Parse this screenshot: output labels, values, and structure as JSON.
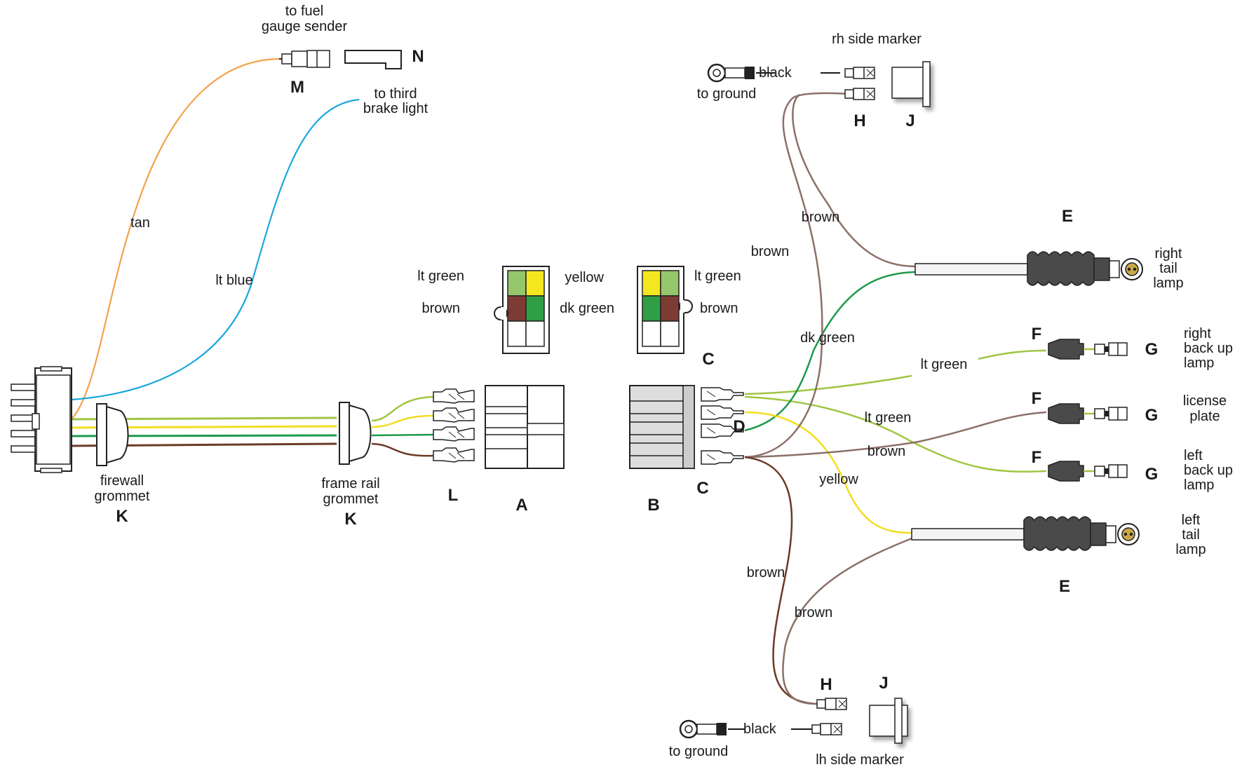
{
  "colors": {
    "tan": "#f4a24a",
    "lt_blue": "#1aa7dc",
    "lt_green": "#9fc643",
    "yellow": "#f2de1f",
    "dk_green": "#1e9a4a",
    "brown": "#6b3a24",
    "brown_light": "#8b7068",
    "black": "#1a1a1a",
    "cell_lt_green": "#95c66c",
    "cell_yellow": "#f5e71f",
    "cell_brown": "#7e3b34",
    "cell_dk_green": "#2f9e45",
    "rubber": "#555555"
  },
  "letters": {
    "A": "A",
    "B": "B",
    "C": "C",
    "D": "D",
    "E": "E",
    "F": "F",
    "G": "G",
    "H": "H",
    "J": "J",
    "K": "K",
    "L": "L",
    "M": "M",
    "N": "N"
  },
  "labels": {
    "to_fuel_1": "to fuel",
    "to_fuel_2": "gauge sender",
    "to_third_1": "to third",
    "to_third_2": "brake light",
    "tan": "tan",
    "lt_blue": "lt blue",
    "firewall_1": "firewall",
    "firewall_2": "grommet",
    "frame_rail_1": "frame rail",
    "frame_rail_2": "grommet",
    "lt_green": "lt green",
    "brown": "brown",
    "yellow": "yellow",
    "dk_green": "dk green",
    "black": "black",
    "to_ground": "to ground",
    "rh_side_marker": "rh side marker",
    "lh_side_marker": "lh side marker",
    "right_tail_1": "right",
    "right_tail_2": "tail",
    "right_tail_3": "lamp",
    "right_backup_1": "right",
    "right_backup_2": "back up",
    "right_backup_3": "lamp",
    "license_1": "license",
    "license_2": "plate",
    "left_backup_1": "left",
    "left_backup_2": "back up",
    "left_backup_3": "lamp",
    "left_tail_1": "left",
    "left_tail_2": "tail",
    "left_tail_3": "lamp"
  }
}
